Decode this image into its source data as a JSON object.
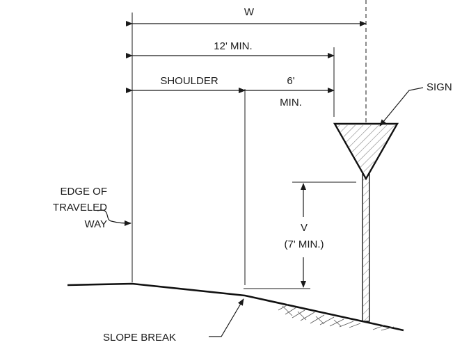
{
  "labels": {
    "w": "W",
    "twelve_min": "12' MIN.",
    "shoulder": "SHOULDER",
    "six": "6'",
    "six_min": "MIN.",
    "sign": "SIGN",
    "edge_line1": "EDGE OF",
    "edge_line2": "TRAVELED",
    "edge_line3": "WAY",
    "v": "V",
    "v_min": "(7' MIN.)",
    "slope_break": "SLOPE BREAK"
  }
}
